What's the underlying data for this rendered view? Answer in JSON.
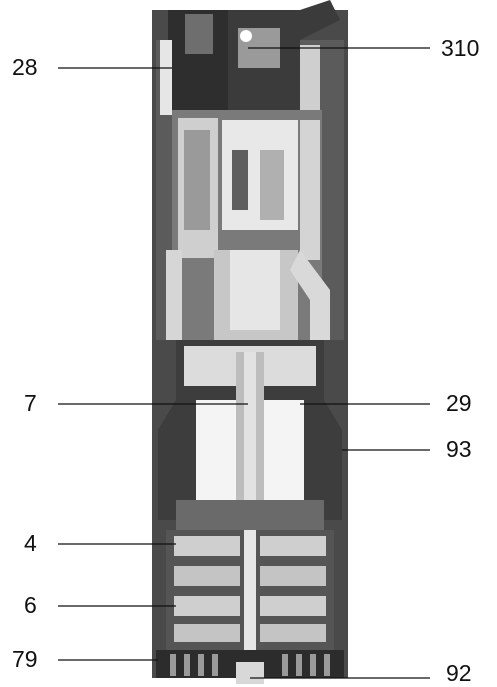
{
  "labels": {
    "l28": "28",
    "l310": "310",
    "l7": "7",
    "l29": "29",
    "l93": "93",
    "l4": "4",
    "l6": "6",
    "l79": "79",
    "l92": "92"
  },
  "colors": {
    "dark": "#3a3a3a",
    "mid": "#8a8a8a",
    "light": "#d8d8d8",
    "white": "#ffffff",
    "line": "#111111"
  }
}
